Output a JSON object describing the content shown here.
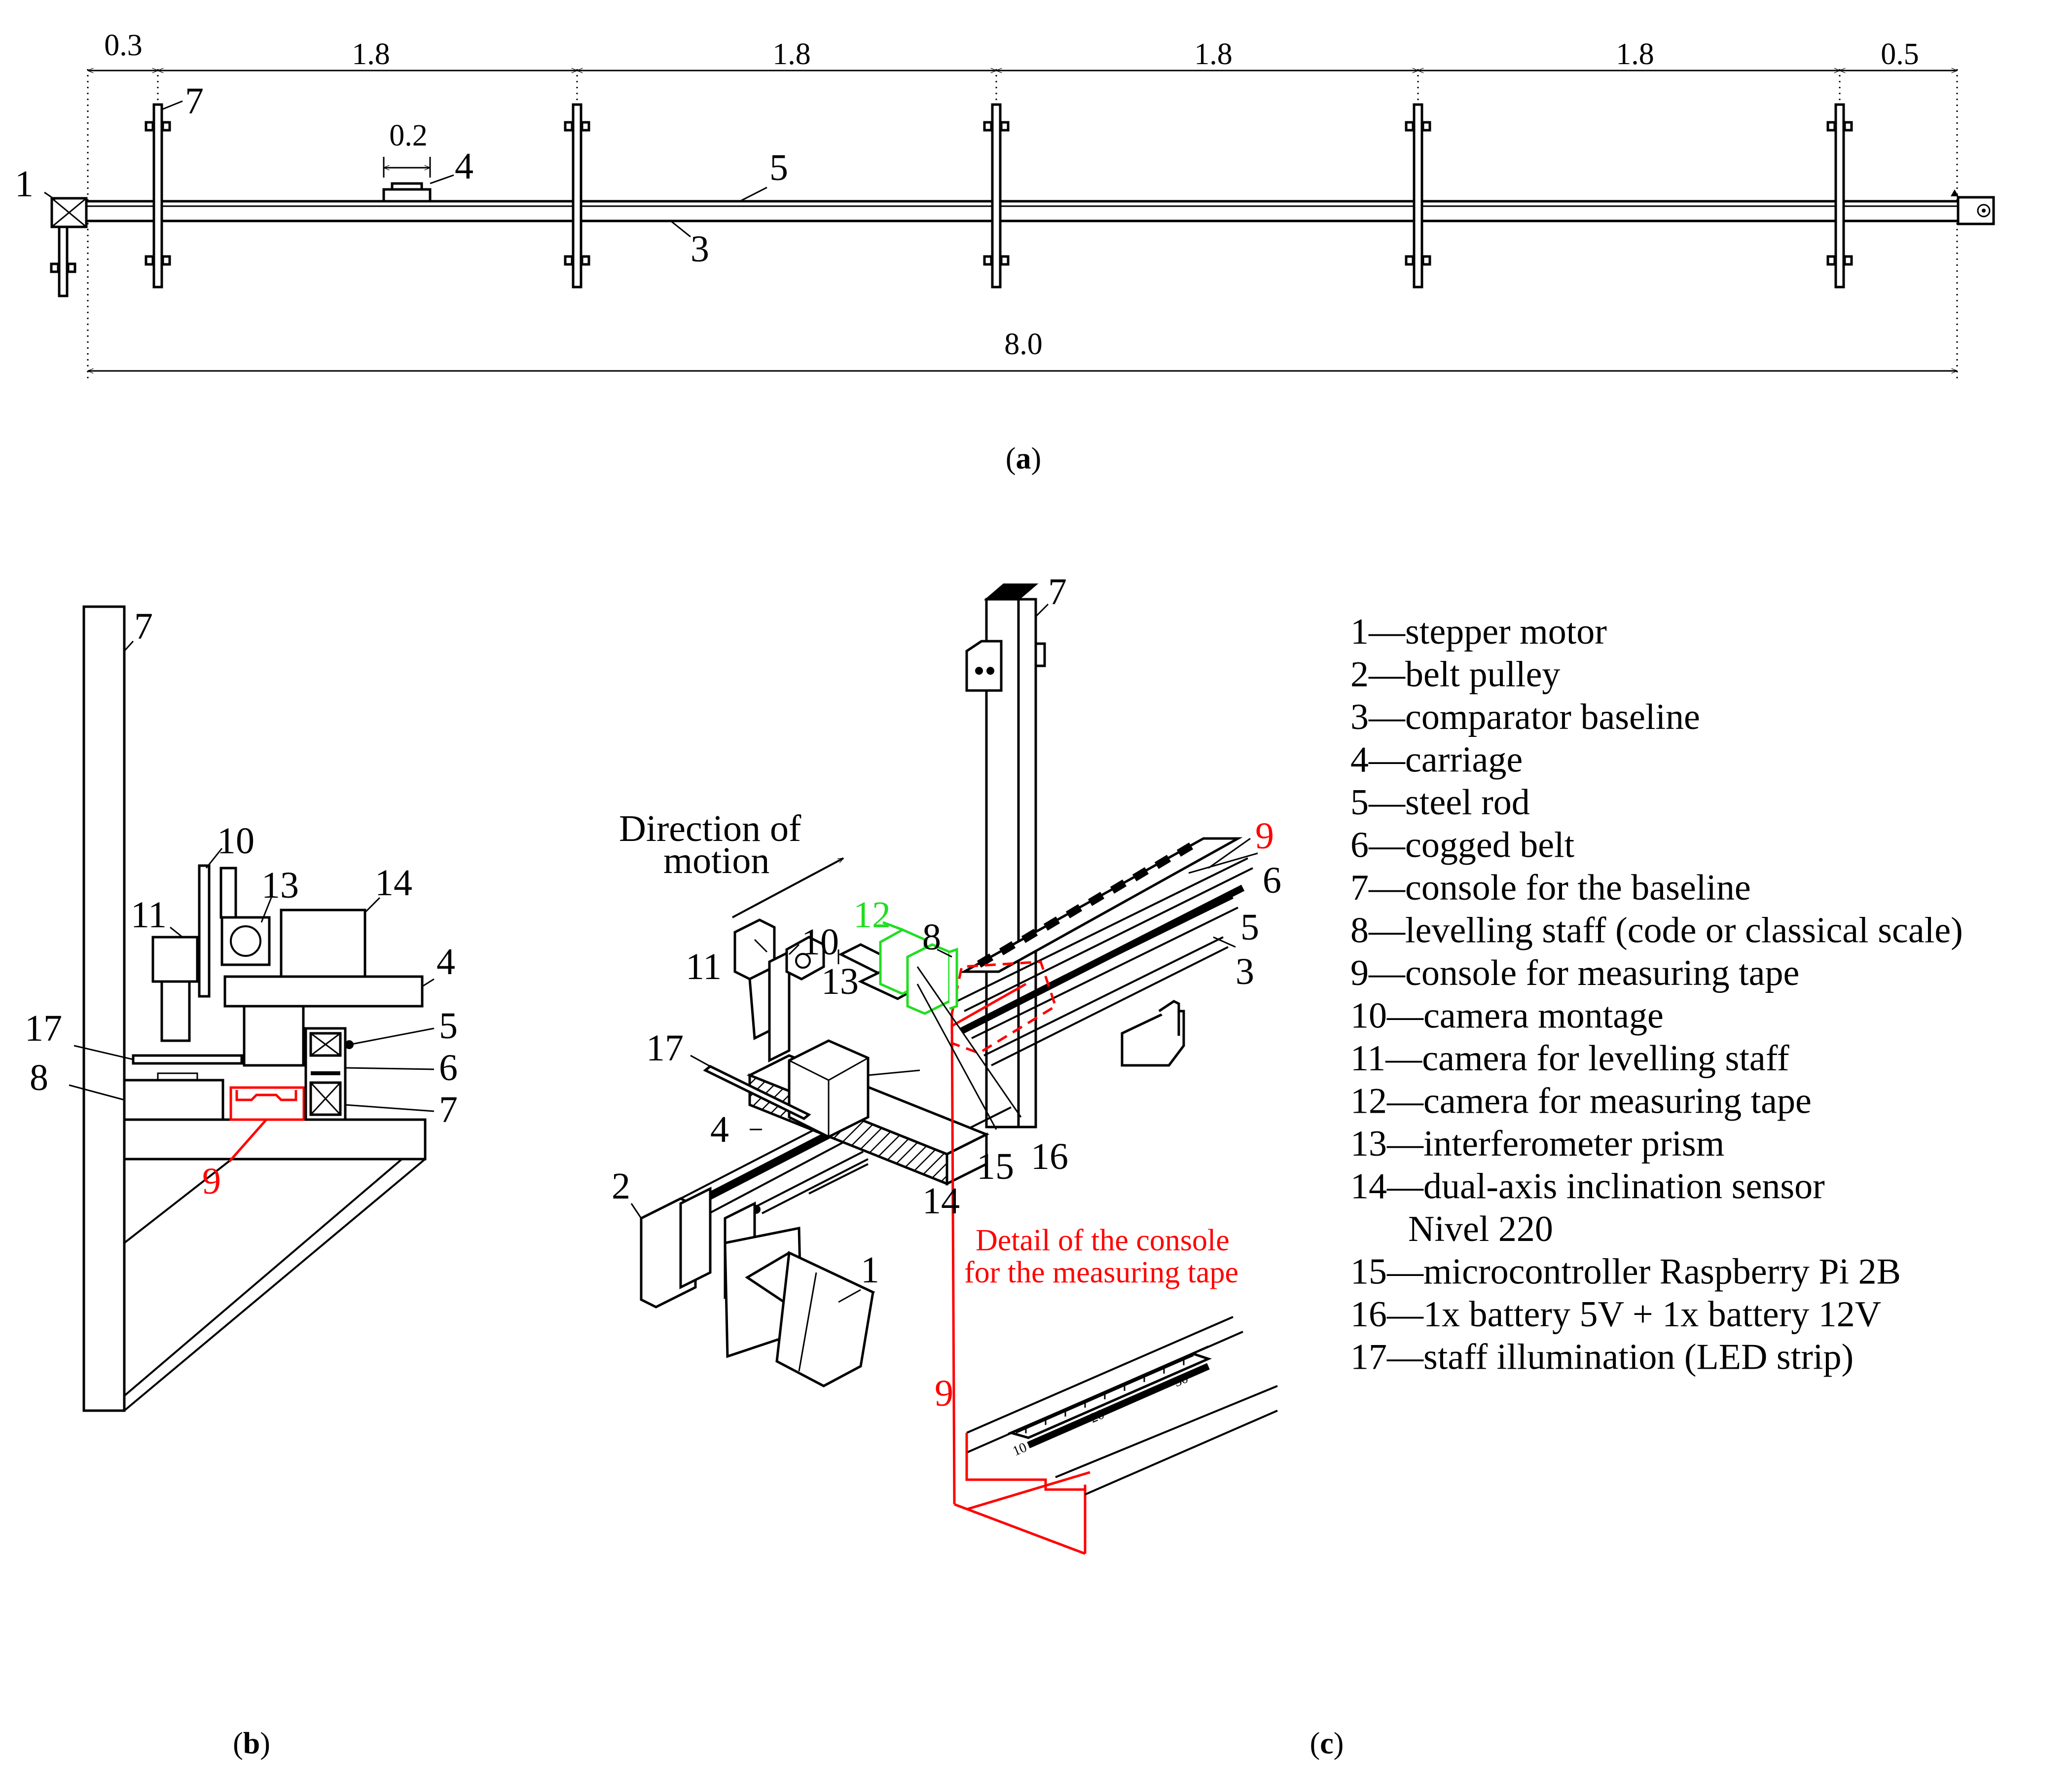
{
  "panel_a": {
    "caption_open": "(",
    "caption_letter": "a",
    "caption_close": ")",
    "dims": [
      "0.3",
      "1.8",
      "1.8",
      "1.8",
      "1.8",
      "0.5"
    ],
    "total": "8.0",
    "carriage_width": "0.2",
    "labels": {
      "n1": "1",
      "n3": "3",
      "n4": "4",
      "n5": "5",
      "n7": "7"
    }
  },
  "panel_b": {
    "caption_open": "(",
    "caption_letter": "b",
    "caption_close": ")",
    "labels": {
      "n4": "4",
      "n5": "5",
      "n6": "6",
      "n7a": "7",
      "n7b": "7",
      "n8": "8",
      "n9": "9",
      "n10": "10",
      "n11": "11",
      "n13": "13",
      "n14": "14",
      "n17": "17"
    }
  },
  "panel_c": {
    "caption_open": "(",
    "caption_letter": "c",
    "caption_close": ")",
    "direction_line1": "Direction of",
    "direction_line2": "motion",
    "detail_line1": "Detail of the console",
    "detail_line2": "for the measuring tape",
    "labels": {
      "n1": "1",
      "n2": "2",
      "n3": "3",
      "n4": "4",
      "n5": "5",
      "n6": "6",
      "n7": "7",
      "n8": "8",
      "n9a": "9",
      "n9b": "9",
      "n10": "10",
      "n11": "11",
      "n12": "12",
      "n13": "13",
      "n14": "14",
      "n15": "15",
      "n16": "16",
      "n17": "17"
    },
    "tape_ticks": [
      "10",
      "20",
      "30"
    ]
  },
  "legend": [
    {
      "text": "1—stepper motor",
      "color": "#000000"
    },
    {
      "text": "2—belt pulley",
      "color": "#000000"
    },
    {
      "text": "3—comparator baseline",
      "color": "#000000"
    },
    {
      "text": "4—carriage",
      "color": "#000000"
    },
    {
      "text": "5—steel rod",
      "color": "#000000"
    },
    {
      "text": "6—cogged belt",
      "color": "#000000"
    },
    {
      "text": "7—console for the baseline",
      "color": "#000000"
    },
    {
      "text": "8—levelling staff (code or classical scale)",
      "color": "#000000"
    },
    {
      "text": "9—console for measuring tape",
      "color": "#ff0000"
    },
    {
      "text": "10—camera montage",
      "color": "#000000"
    },
    {
      "text": "11—camera  for levelling staff",
      "color": "#000000"
    },
    {
      "text": "12—camera for measuring tape",
      "color": "#22dd22"
    },
    {
      "text": "13—interferometer prism",
      "color": "#000000"
    },
    {
      "text": "14—dual-axis inclination sensor",
      "color": "#000000"
    },
    {
      "text": "Nivel 220",
      "color": "#000000"
    },
    {
      "text": "15—microcontroller Raspberry Pi 2B",
      "color": "#000000"
    },
    {
      "text": "16—1x battery 5V + 1x battery 12V",
      "color": "#000000"
    },
    {
      "text": "17—staff illumination (LED strip)",
      "color": "#000000"
    }
  ]
}
